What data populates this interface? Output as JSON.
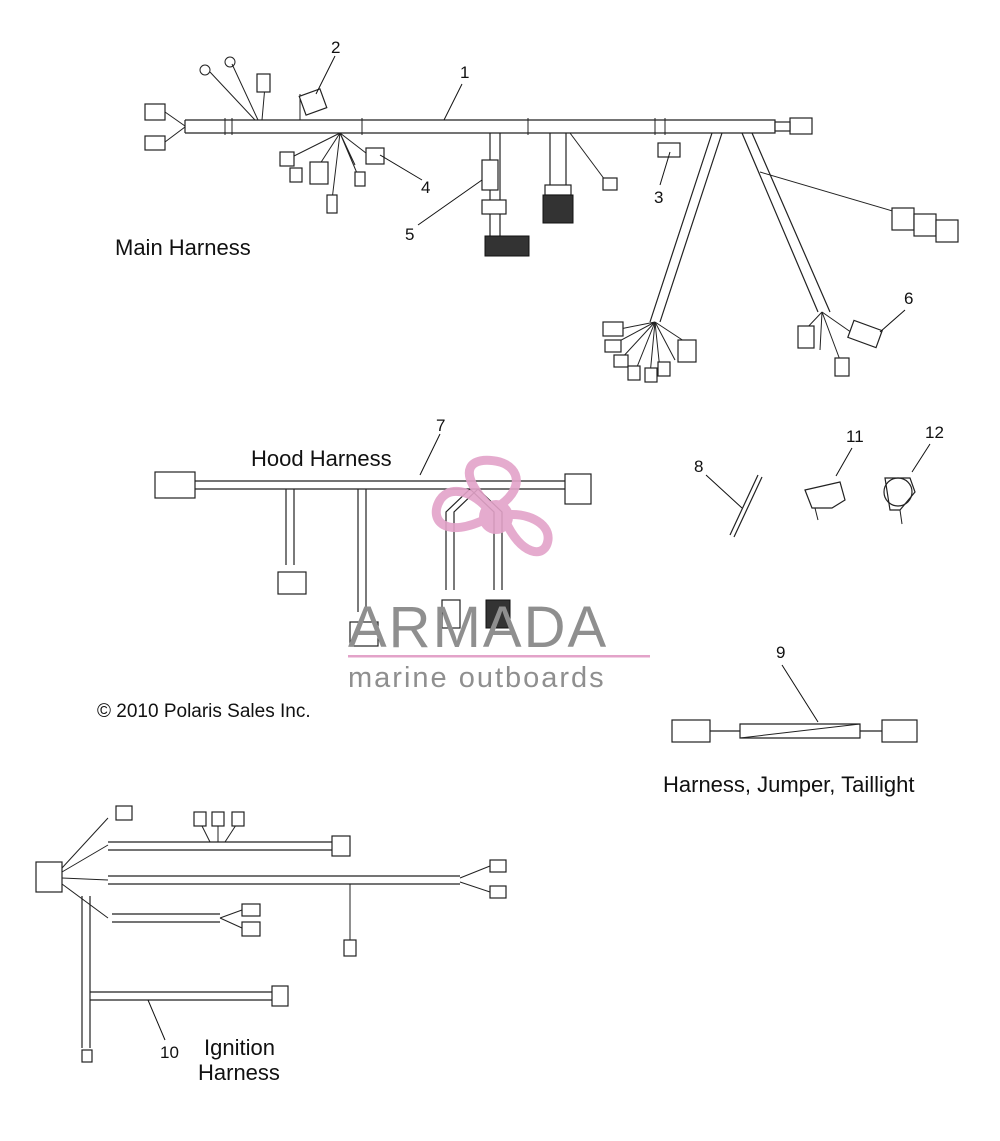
{
  "sections": {
    "main": "Main Harness",
    "hood": "Hood Harness",
    "jumper": "Harness, Jumper, Taillight",
    "ignition_line1": "Ignition",
    "ignition_line2": "Harness"
  },
  "callouts": {
    "c1": "1",
    "c2": "2",
    "c3": "3",
    "c4": "4",
    "c5": "5",
    "c6": "6",
    "c7": "7",
    "c8": "8",
    "c9": "9",
    "c10": "10",
    "c11": "11",
    "c12": "12"
  },
  "copyright": "© 2010 Polaris Sales Inc.",
  "watermark": {
    "brand": "ARMADA",
    "tagline": "marine outboards",
    "accent_color": "#e3a3c9"
  }
}
